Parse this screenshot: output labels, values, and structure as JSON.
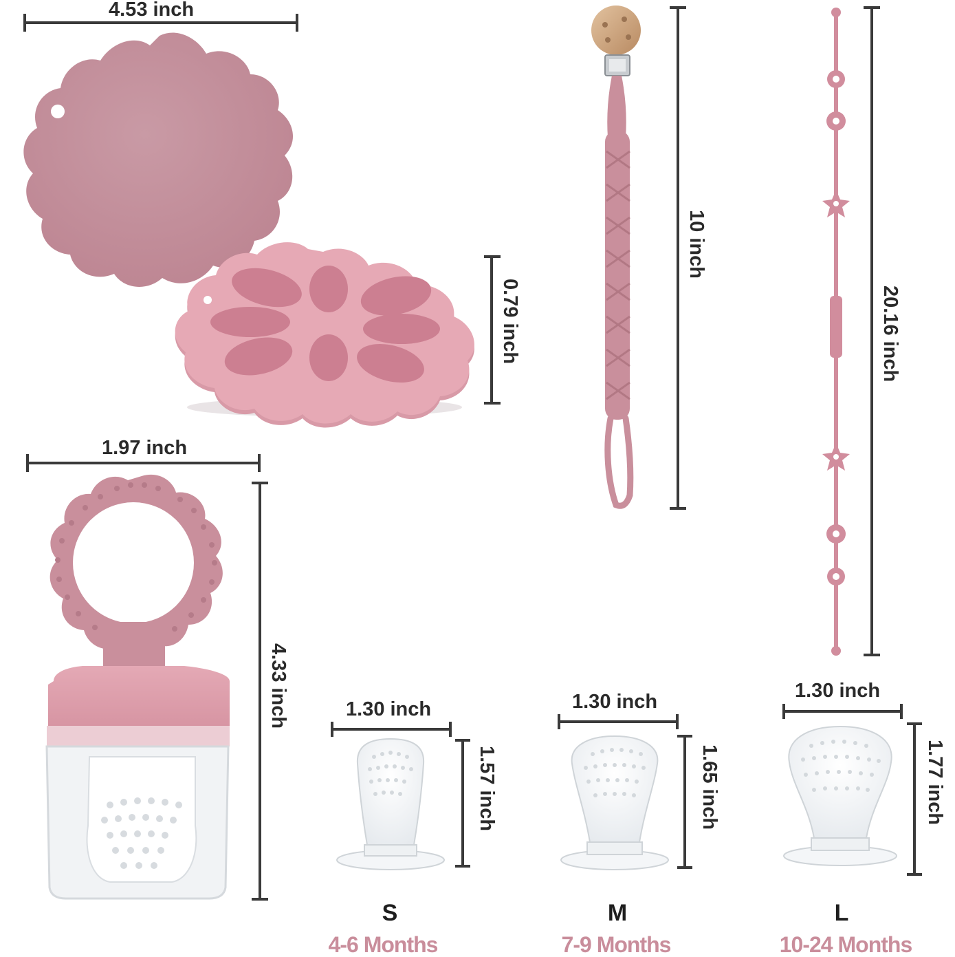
{
  "colors": {
    "silicone_pink": "#c98f9c",
    "silicone_pink_dark": "#b97d8b",
    "silicone_pink_light": "#dba6b1",
    "dimension_line": "#3a3a3a",
    "age_text": "#c98d9b",
    "wood": "#c9a27a",
    "clear_plastic": "#eef1f3"
  },
  "dimensions": {
    "freezer_tray_width": "4.53 inch",
    "freezer_tray_height": "0.79 inch",
    "pacifier_clip_length": "10 inch",
    "toy_strap_length": "20.16 inch",
    "feeder_width": "1.97 inch",
    "feeder_height": "4.33 inch"
  },
  "nipples": [
    {
      "size": "S",
      "width": "1.30 inch",
      "height": "1.57 inch",
      "age": "4-6 Months"
    },
    {
      "size": "M",
      "width": "1.30 inch",
      "height": "1.65 inch",
      "age": "7-9 Months"
    },
    {
      "size": "L",
      "width": "1.30 inch",
      "height": "1.77 inch",
      "age": "10-24 Months"
    }
  ],
  "icons": [
    "silicone-freezer-tray-lid",
    "silicone-freezer-tray",
    "wooden-pacifier-clip",
    "silicone-toy-strap",
    "fresh-food-feeder",
    "silicone-feeder-nipple"
  ]
}
